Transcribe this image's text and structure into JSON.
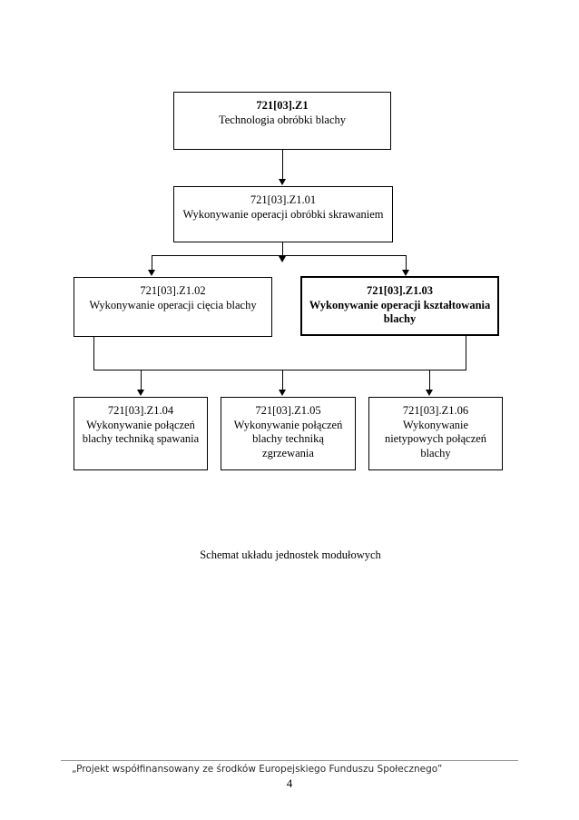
{
  "document": {
    "page_number": "4",
    "caption": "Schemat układu jednostek modułowych",
    "footer_note": "„Projekt współfinansowany ze środków Europejskiego Funduszu Społecznego”"
  },
  "diagram": {
    "type": "flowchart",
    "orientation": "top-down",
    "nodes": [
      {
        "id": "z1",
        "code": "721[03].Z1",
        "title": "Technologia obróbki blachy",
        "emphasis": "code-bold"
      },
      {
        "id": "z1_01",
        "code": "721[03].Z1.01",
        "title": "Wykonywanie operacji obróbki skrawaniem",
        "emphasis": "normal"
      },
      {
        "id": "z1_02",
        "code": "721[03].Z1.02",
        "title": "Wykonywanie operacji cięcia blachy",
        "emphasis": "normal"
      },
      {
        "id": "z1_03",
        "code": "721[03].Z1.03",
        "title": "Wykonywanie operacji kształtowania blachy",
        "emphasis": "all-bold"
      },
      {
        "id": "z1_04",
        "code": "721[03].Z1.04",
        "title": "Wykonywanie połączeń blachy techniką spawania",
        "emphasis": "normal"
      },
      {
        "id": "z1_05",
        "code": "721[03].Z1.05",
        "title": "Wykonywanie połączeń blachy techniką zgrzewania",
        "emphasis": "normal"
      },
      {
        "id": "z1_06",
        "code": "721[03].Z1.06",
        "title": "Wykonywanie nietypowych połączeń blachy",
        "emphasis": "normal"
      }
    ],
    "edges": [
      {
        "from": "z1",
        "to": "z1_01"
      },
      {
        "from": "z1_01",
        "to": "z1_02"
      },
      {
        "from": "z1_01",
        "to": "z1_03"
      },
      {
        "from": "z1_02",
        "to": "z1_04"
      },
      {
        "from": "z1_02",
        "to": "z1_05"
      },
      {
        "from": "z1_02",
        "to": "z1_06"
      },
      {
        "from": "z1_03",
        "to": "z1_04"
      },
      {
        "from": "z1_03",
        "to": "z1_05"
      },
      {
        "from": "z1_03",
        "to": "z1_06"
      }
    ],
    "colors": {
      "line": "#000000",
      "box_fill": "#ffffff",
      "text": "#000000",
      "footer_rule": "#9a9a9a"
    }
  }
}
